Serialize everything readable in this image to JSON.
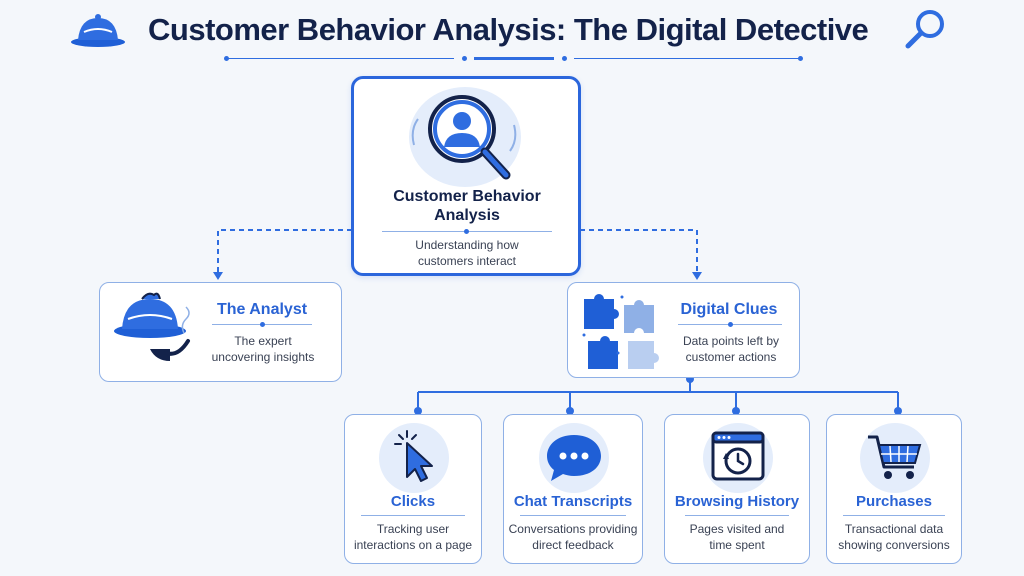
{
  "title": "Customer Behavior Analysis: The Digital Detective",
  "central": {
    "title": "Customer Behavior Analysis",
    "description": "Understanding how customers interact"
  },
  "analyst": {
    "title": "The Analyst",
    "description": "The expert uncovering insights"
  },
  "clues": {
    "title": "Digital Clues",
    "description": "Data points left by customer actions"
  },
  "sources": [
    {
      "title": "Clicks",
      "description": "Tracking user interactions on a page",
      "icon": "cursor-click-icon"
    },
    {
      "title": "Chat Transcripts",
      "description": "Conversations providing direct feedback",
      "icon": "chat-bubble-icon"
    },
    {
      "title": "Browsing History",
      "description": "Pages visited and time spent",
      "icon": "history-window-icon"
    },
    {
      "title": "Purchases",
      "description": "Transactional data showing conversions",
      "icon": "shopping-cart-icon"
    }
  ],
  "colors": {
    "accent": "#2b66dc",
    "title": "#13224a",
    "card_border": "#8fb0e6",
    "background": "#f4f7fb"
  }
}
